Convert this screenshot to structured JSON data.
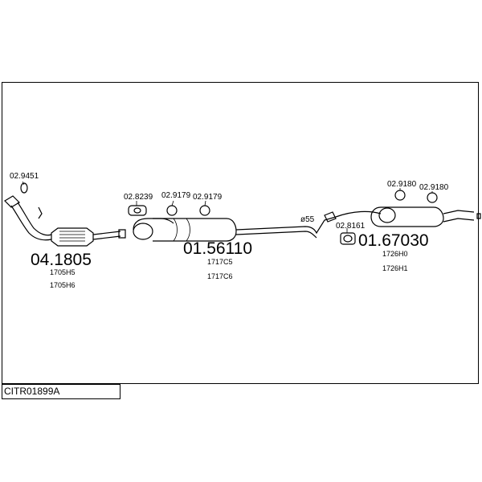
{
  "diagram": {
    "code": "CITR01899A",
    "main_parts": [
      {
        "number": "04.1805",
        "refs": [
          "1705H5",
          "1705H6"
        ]
      },
      {
        "number": "01.56110",
        "refs": [
          "1717C5",
          "1717C6"
        ]
      },
      {
        "number": "01.67030",
        "refs": [
          "1726H0",
          "1726H1"
        ]
      }
    ],
    "accessories": [
      "02.9451",
      "02.8239",
      "02.9179",
      "02.9179",
      "02.8161",
      "02.9180",
      "02.9180"
    ],
    "pipe_diameter": "ø55"
  }
}
